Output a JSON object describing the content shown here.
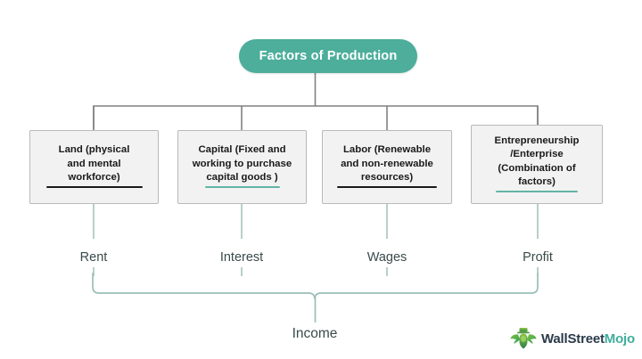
{
  "diagram": {
    "title": "Factors of Production",
    "root": {
      "label": "Factors of Production",
      "color": "#4CAE9B"
    },
    "factors": [
      {
        "id": "land",
        "lines": [
          "Land (physical",
          "and mental",
          "workforce)"
        ],
        "payment": "Rent",
        "underline_color": "#1a1a1a"
      },
      {
        "id": "capital",
        "lines": [
          "Capital (Fixed and",
          "working to purchase",
          "capital  goods )"
        ],
        "payment": "Interest",
        "underline_color": "#63B5A6"
      },
      {
        "id": "labor",
        "lines": [
          "Labor (Renewable",
          "and non-renewable",
          "resources)"
        ],
        "payment": "Wages",
        "underline_color": "#1a1a1a"
      },
      {
        "id": "entrepreneurship",
        "lines": [
          "Entrepreneurship",
          "/Enterprise",
          "(Combination of",
          "factors)"
        ],
        "payment": "Profit",
        "underline_color": "#63B5A6"
      }
    ],
    "outcome": {
      "label": "Income"
    },
    "colors": {
      "accent_teal": "#4CAE9B",
      "box_fill": "#F2F2F2",
      "box_border": "#B9B9B9",
      "connector_gray": "#808080",
      "connector_teal": "#9BBFB8",
      "text_dark": "#1a1a1a",
      "label_text": "#3b4a4a"
    }
  },
  "branding": {
    "logo_name_primary": "WallStreet",
    "logo_name_secondary": "Mojo",
    "logo_icon": "wallstreetmojo-mark-icon",
    "primary_color": "#2B3A4A",
    "secondary_color": "#3FAE9E"
  }
}
